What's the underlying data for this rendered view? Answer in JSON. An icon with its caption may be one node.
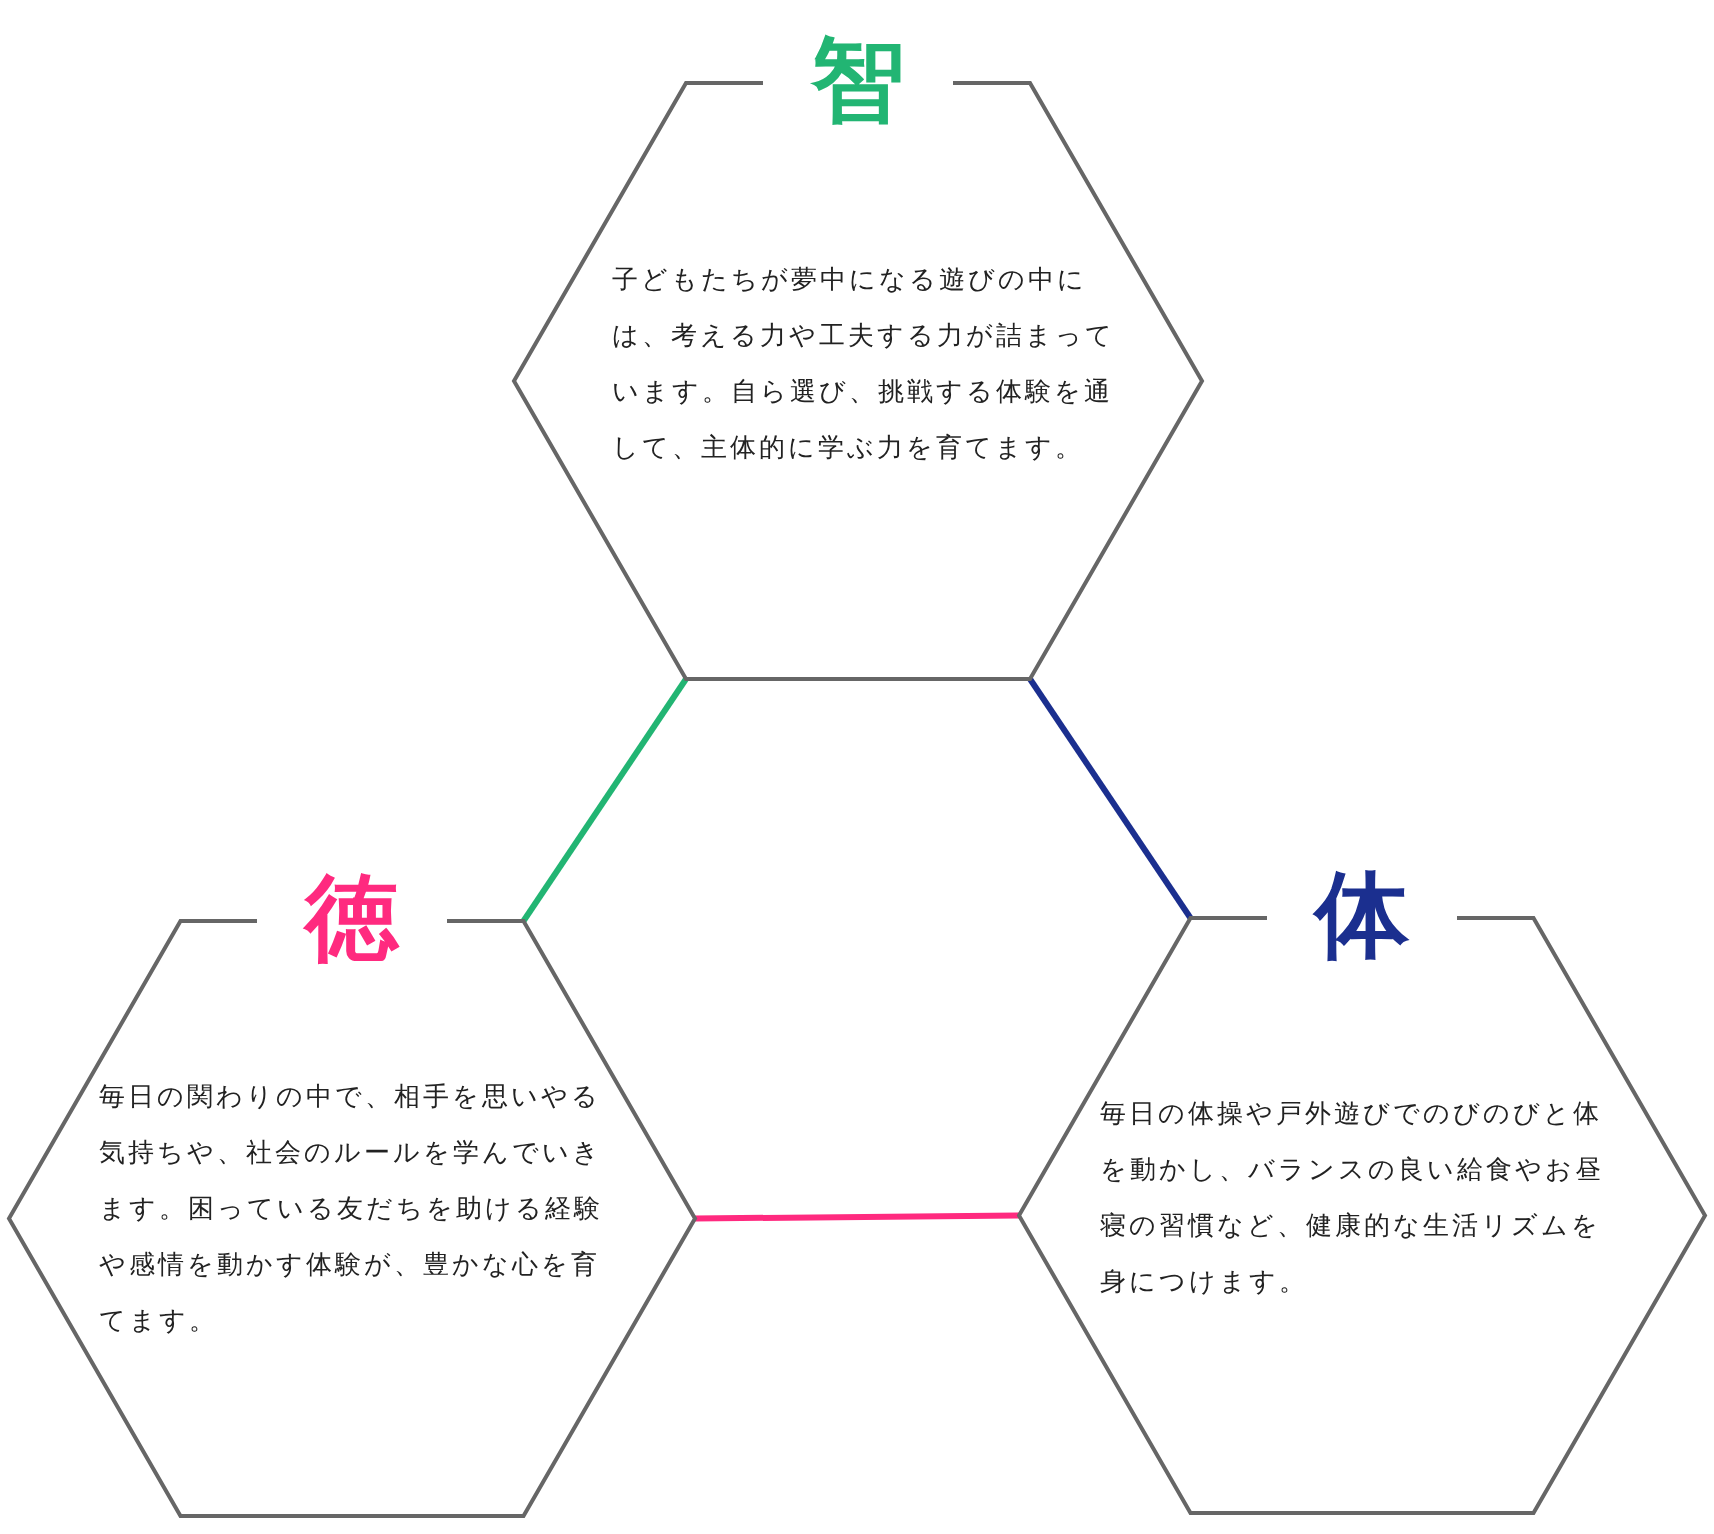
{
  "diagram": {
    "nodes": [
      {
        "text": [
          "智",
          "子どもたちが夢中になる遊びの中には、考える力や工夫する力が詰まっています。自ら選び、挑戦する体験を通して、主体的に学ぶ力を育てます。"
        ]
      },
      {
        "text": [
          "徳",
          "毎日の関わりの中で、相手を思いやる気持ちや、社会のルールを学んでいきます。困っている友だちを助ける経験や感情を動かす体験が、豊かな心を育てます。"
        ]
      },
      {
        "text": [
          "体",
          "毎日の体操や戸外遊びでのびのびと体を動かし、バランスの良い給食やお昼寝の習慣など、健康的な生活リズムを身につけます。"
        ]
      }
    ],
    "edges": [
      {
        "from": 0,
        "to": 1,
        "arrow": "none",
        "color": "#22b573"
      },
      {
        "from": 0,
        "to": 2,
        "arrow": "none",
        "color": "#1b2f8f"
      },
      {
        "from": 1,
        "to": 2,
        "arrow": "none",
        "color": "#ff2a7f"
      }
    ]
  }
}
